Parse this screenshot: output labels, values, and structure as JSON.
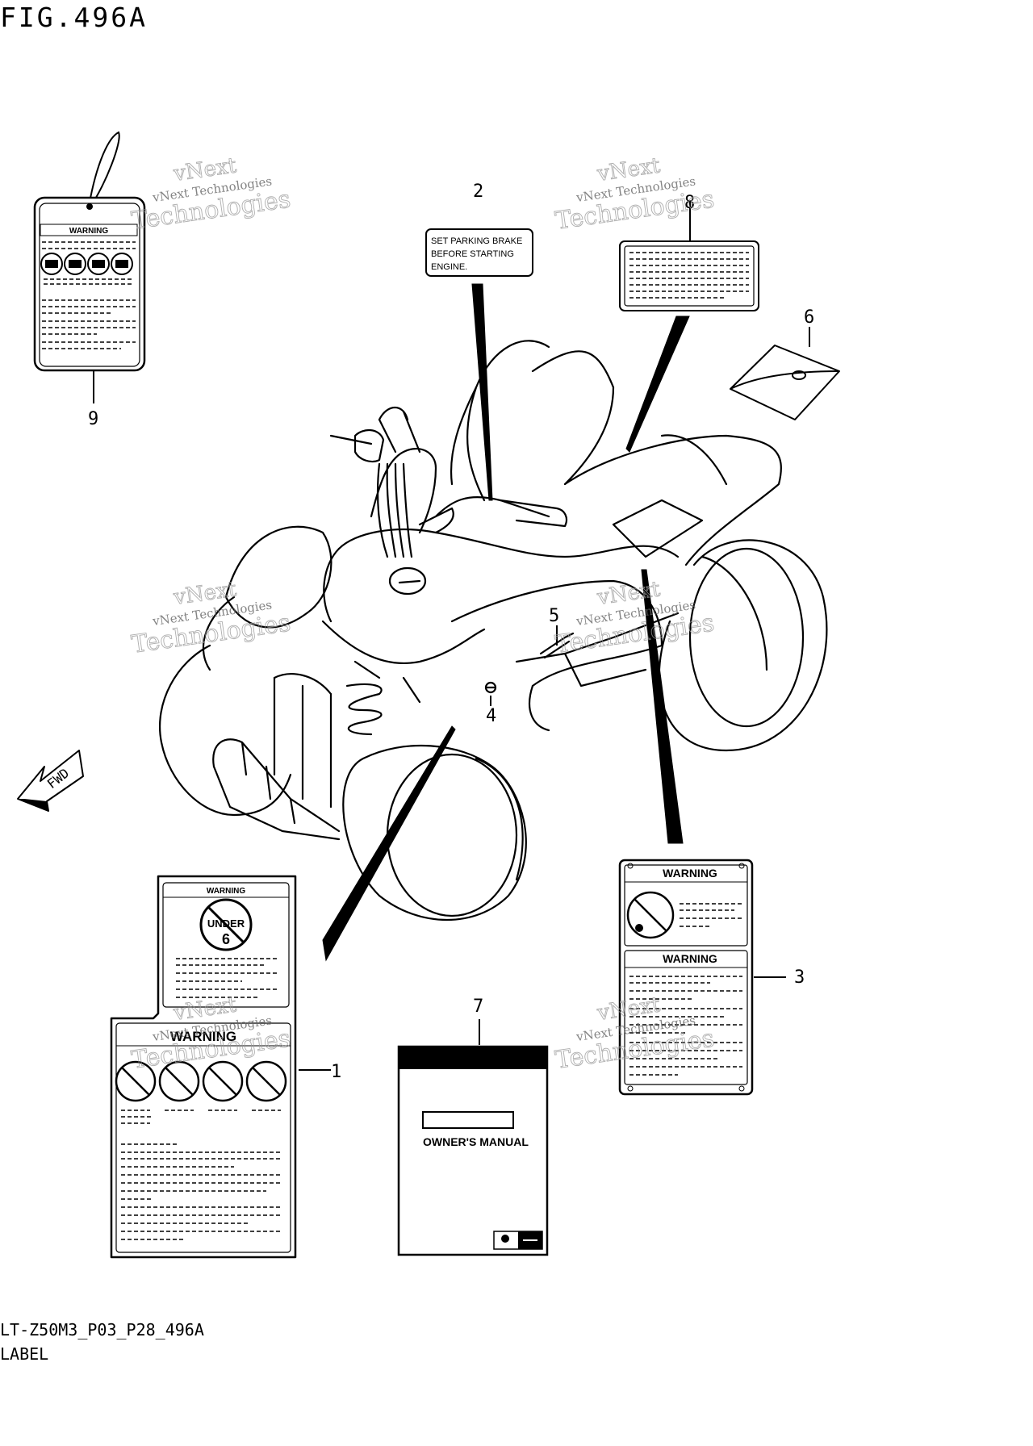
{
  "figure": {
    "title": "FIG.496A",
    "code": "LT-Z50M3_P03_P28_496A",
    "name": "LABEL"
  },
  "callouts": [
    "1",
    "2",
    "3",
    "4",
    "5",
    "6",
    "7",
    "8",
    "9"
  ],
  "labels": {
    "warning": "WARNING",
    "parking_brake": [
      "SET PARKING BRAKE",
      "BEFORE STARTING",
      "ENGINE."
    ],
    "under_age": [
      "UNDER",
      "6"
    ],
    "owners_manual": "OWNER'S MANUAL",
    "fwd": "FWD"
  },
  "watermark": {
    "line1": "vNext Technologies",
    "line2": "vNext",
    "line3": "Technologies"
  }
}
